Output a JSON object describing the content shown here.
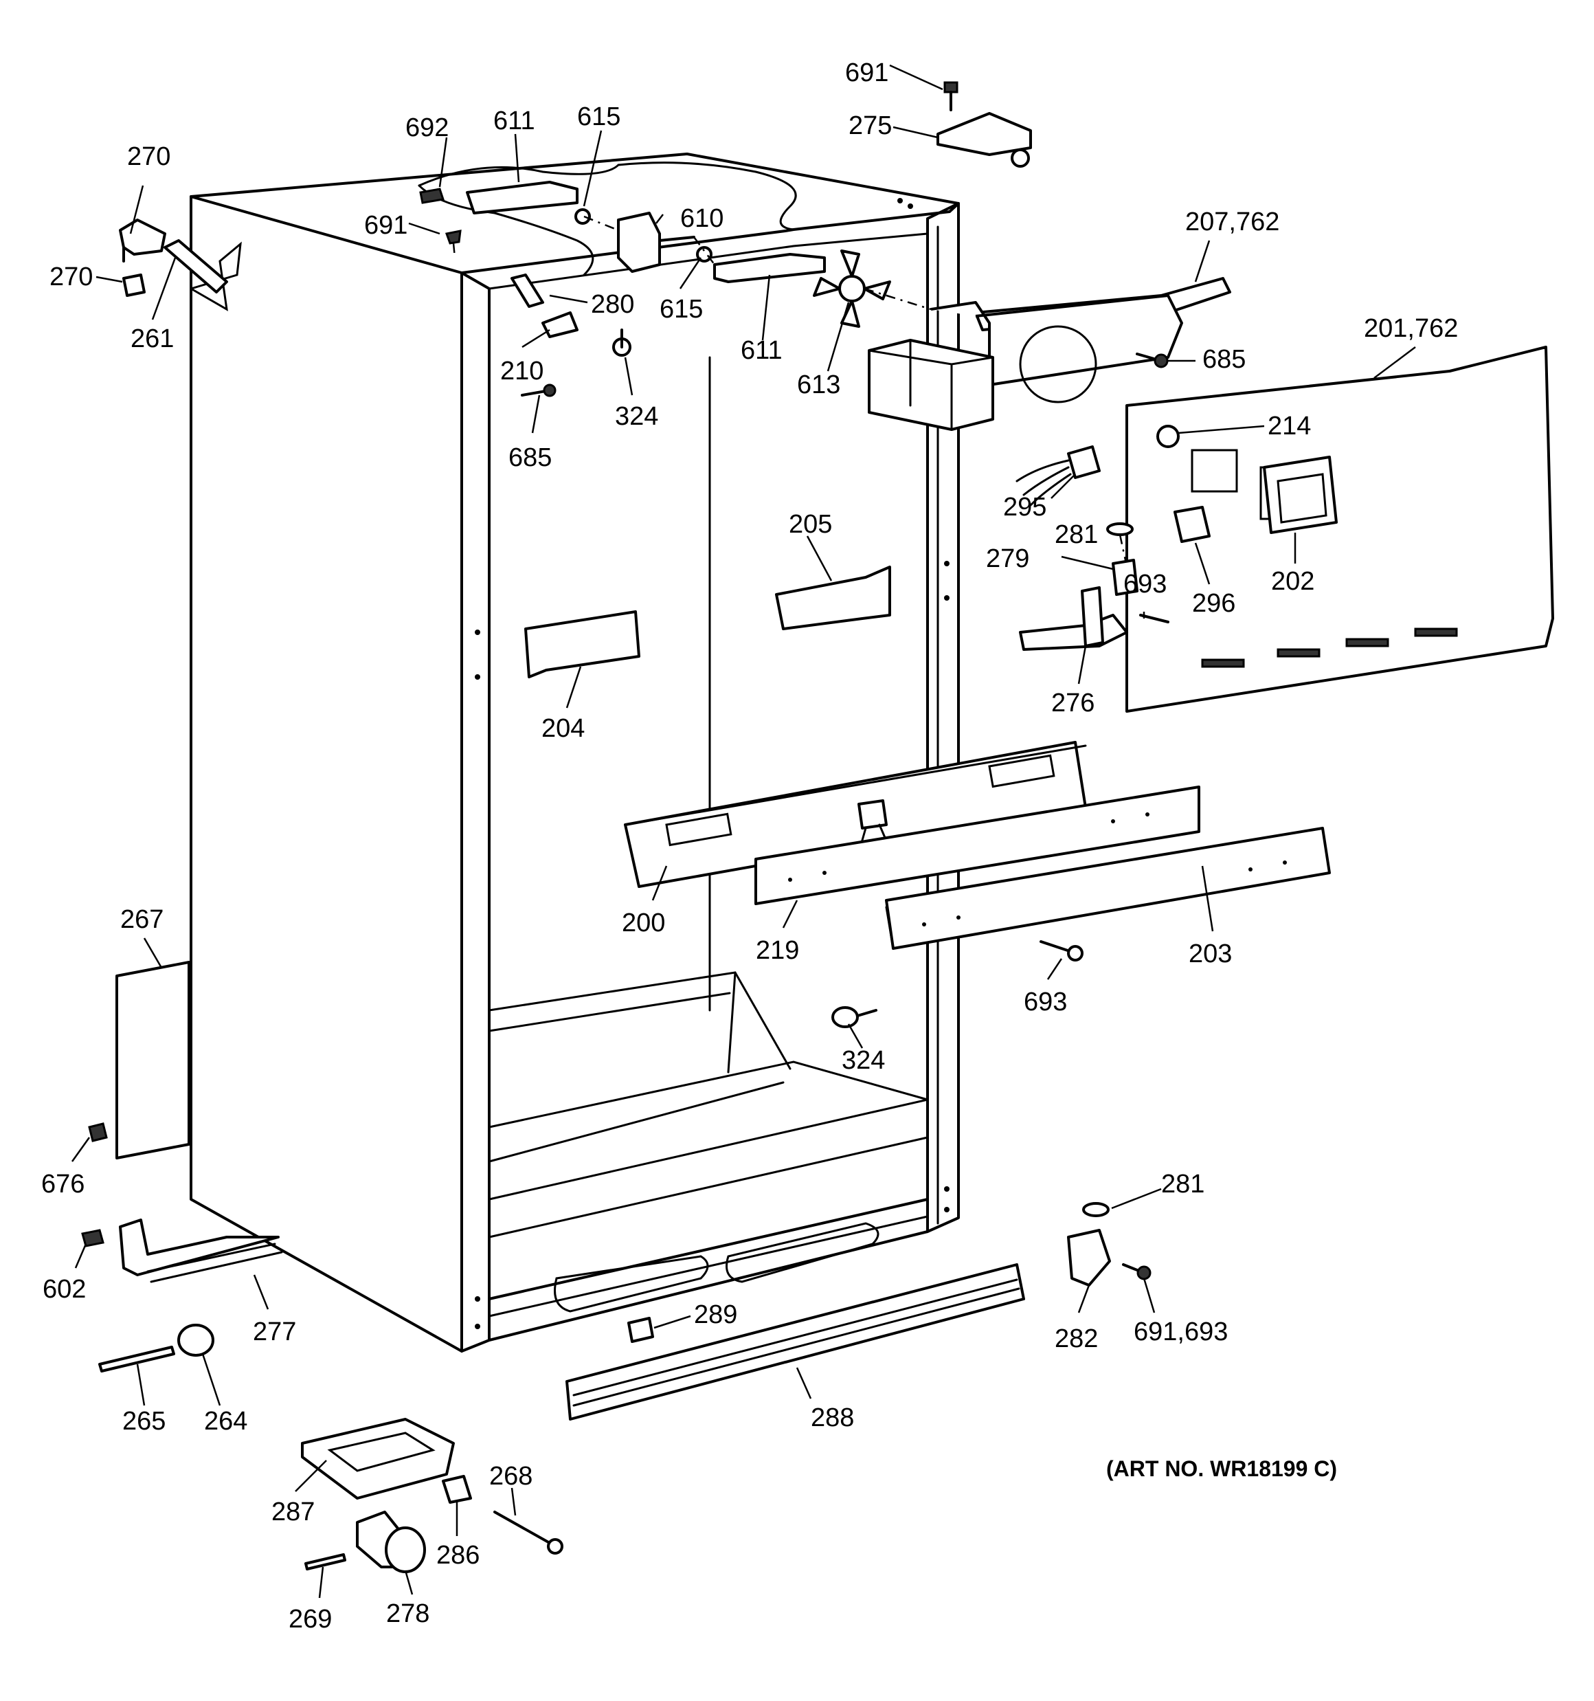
{
  "art_number": "(ART NO. WR18199 C)",
  "labels": {
    "p200": "200",
    "p201_762": "201,762",
    "p202": "202",
    "p203": "203",
    "p204": "204",
    "p205": "205",
    "p207_762": "207,762",
    "p210": "210",
    "p214": "214",
    "p219": "219",
    "p261": "261",
    "p264": "264",
    "p265": "265",
    "p267": "267",
    "p268": "268",
    "p269": "269",
    "p270a": "270",
    "p270b": "270",
    "p275": "275",
    "p276": "276",
    "p277": "277",
    "p278": "278",
    "p279": "279",
    "p280": "280",
    "p281a": "281",
    "p281b": "281",
    "p282": "282",
    "p286": "286",
    "p287": "287",
    "p288": "288",
    "p289": "289",
    "p295": "295",
    "p296": "296",
    "p324a": "324",
    "p324b": "324",
    "p602": "602",
    "p610": "610",
    "p611a": "611",
    "p611b": "611",
    "p613": "613",
    "p615a": "615",
    "p615b": "615",
    "p676": "676",
    "p685a": "685",
    "p685b": "685",
    "p691a": "691",
    "p691b": "691",
    "p691_693": "691,693",
    "p692": "692",
    "p693a": "693",
    "p693b": "693"
  }
}
